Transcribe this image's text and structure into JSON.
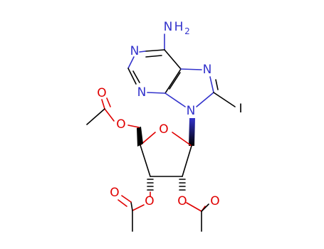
{
  "molecule": {
    "colors": {
      "carbon": "#000000",
      "nitrogen": "#3333cc",
      "oxygen": "#e00000",
      "iodine": "#000000"
    },
    "labels": {
      "nh2_n": "N",
      "nh2_h": "H",
      "nh2_sub": "2",
      "n1": "N",
      "n3": "N",
      "n7": "N",
      "n9": "N",
      "iodine": "I",
      "ring_o": "O",
      "o5_ester": "O",
      "o5_carbonyl": "O",
      "o3_ester": "O",
      "o3_carbonyl": "O",
      "o2_ester": "O",
      "o2_carbonyl": "O"
    }
  }
}
